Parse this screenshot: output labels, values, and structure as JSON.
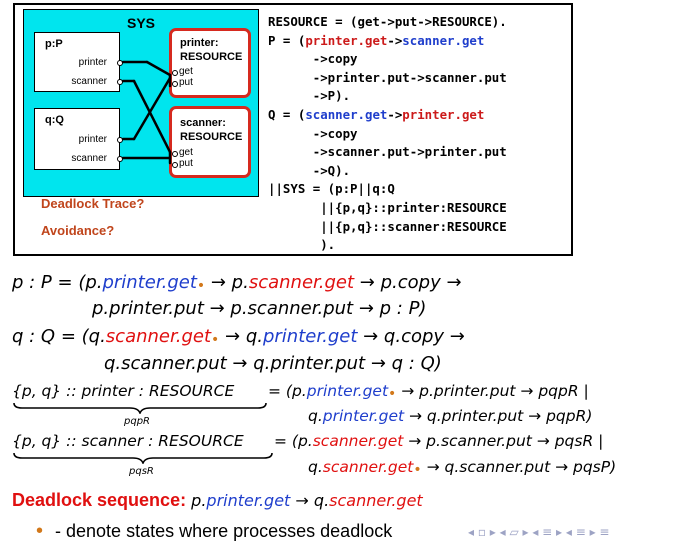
{
  "figure": {
    "sys_label": "SYS",
    "p_label": "p:P",
    "q_label": "q:Q",
    "printer_port": "printer",
    "scanner_port": "scanner",
    "res1_label": "printer:",
    "res2_label": "scanner:",
    "resource_label": "RESOURCE",
    "get_port": "get",
    "put_port": "put",
    "deadlock_question": "Deadlock Trace?",
    "avoidance_question": "Avoidance?",
    "colors": {
      "sys_fill": "#00e5ee",
      "resource_border": "#d62a1f",
      "question": "#c0451c"
    }
  },
  "code": {
    "l1": "RESOURCE = (get->put->RESOURCE).",
    "l2_a": "P = (",
    "l2_b": "printer.get",
    "l2_c": "->",
    "l2_d": "scanner.get",
    "l3": "      ->copy",
    "l4": "      ->printer.put->scanner.put",
    "l5": "      ->P).",
    "l6_a": "Q = (",
    "l6_b": "scanner.get",
    "l6_c": "->",
    "l6_d": "printer.get",
    "l7": "      ->copy",
    "l8": "      ->scanner.put->printer.put",
    "l9": "      ->Q).",
    "l10": "||SYS = (p:P||q:Q",
    "l11": "       ||{p,q}::printer:RESOURCE",
    "l12": "       ||{p,q}::scanner:RESOURCE",
    "l13": "       )."
  },
  "math": {
    "p_head": "p : P = (p.",
    "p_pg": "printer.get",
    "p_arrow1": " → p.",
    "p_sg": "scanner.get",
    "p_rest1": " → p.copy →",
    "p_line2": "p.printer.put → p.scanner.put → p : P)",
    "q_head": "q : Q = (q.",
    "q_sg": "scanner.get",
    "q_arrow1": " → q.",
    "q_pg": "printer.get",
    "q_rest1": " → q.copy →",
    "q_line2": "q.scanner.put → q.printer.put → q : Q)",
    "pr_lhs": "{p, q} :: printer : RESOURCE",
    "pr_eq": " = (p.",
    "pr_pg": "printer.get",
    "pr_rest": " → p.printer.put → pqpR |",
    "pr_brace": "pqpR",
    "pr_l2_a": "q.",
    "pr_l2_pg": "printer.get",
    "pr_l2_rest": " → q.printer.put → pqpR)",
    "sr_lhs": "{p, q} :: scanner : RESOURCE",
    "sr_eq": " = (p.",
    "sr_sg": "scanner.get",
    "sr_rest": " → p.scanner.put → pqsR |",
    "sr_brace": "pqsR",
    "sr_l2_a": "q.",
    "sr_l2_sg": "scanner.get",
    "sr_l2_rest": " → q.scanner.put → pqsP)",
    "state_dot": "•"
  },
  "deadlock": {
    "heading": "Deadlock sequence:",
    "seq_a": "p.",
    "seq_pg": "printer.get",
    "seq_mid": " → q.",
    "seq_sg": "scanner.get"
  },
  "bullet": {
    "mark": "•",
    "text": "- denote states where processes deadlock"
  },
  "nav": {
    "symbols": "◂ ▫ ▸ ◂ ▱ ▸ ◂ ≡ ▸ ◂ ≡ ▸ ≡"
  }
}
